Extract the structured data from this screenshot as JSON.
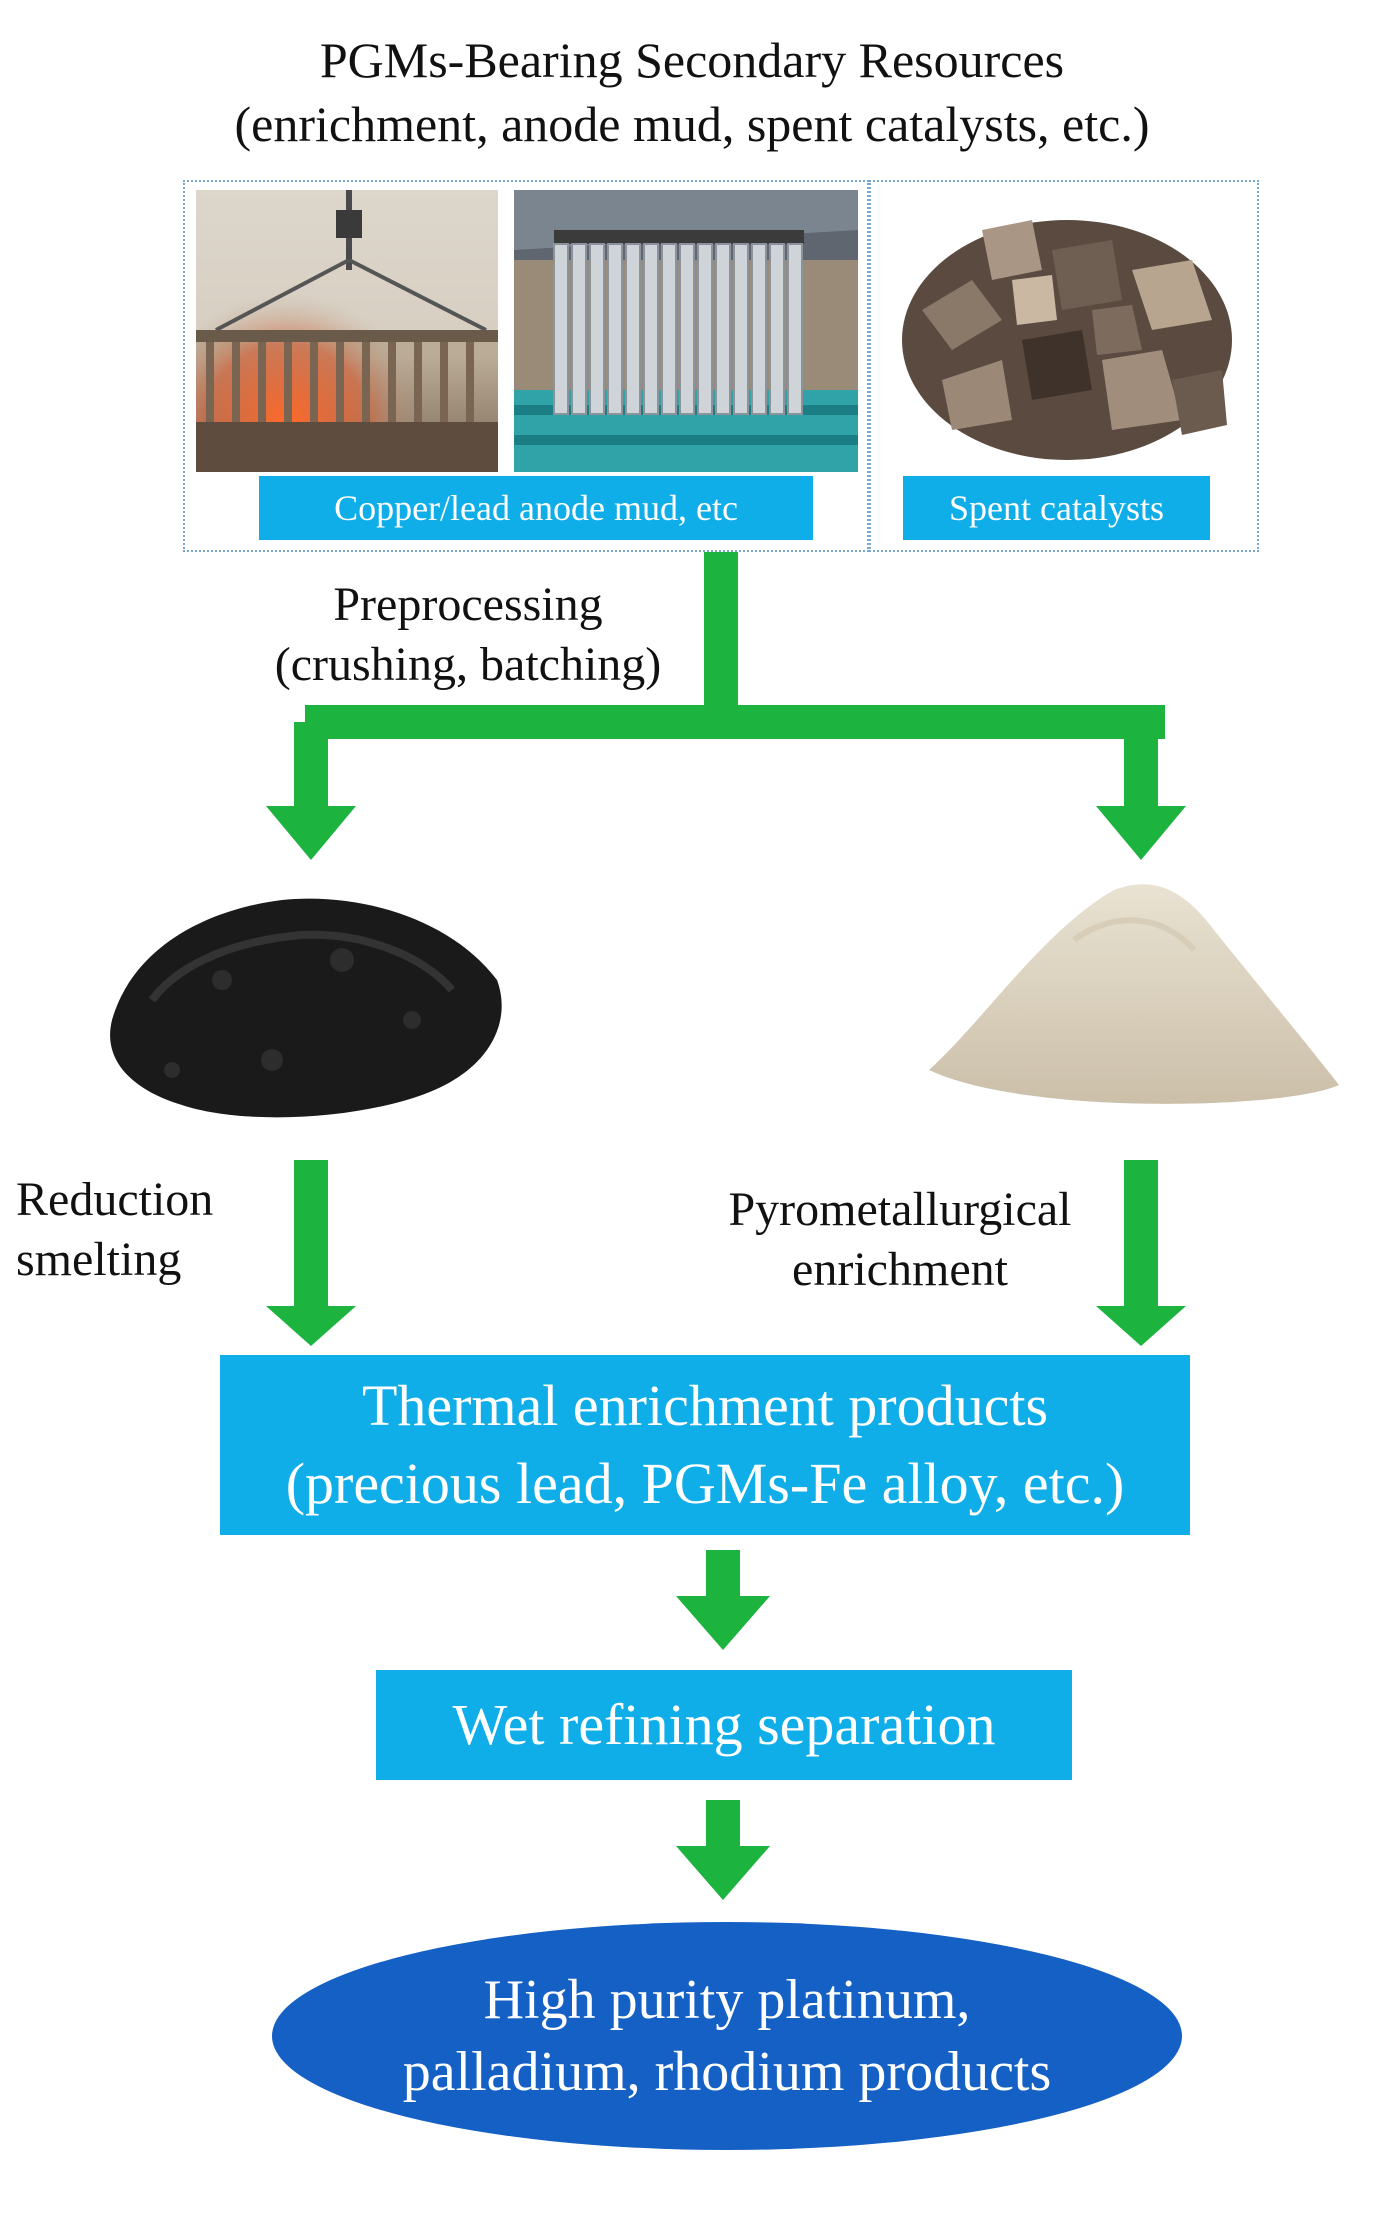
{
  "title": {
    "line1": "PGMs-Bearing Secondary Resources",
    "line2": "(enrichment, anode mud, spent catalysts, etc.)"
  },
  "photos": {
    "anode_caption": "Copper/lead  anode mud, etc",
    "catalyst_caption": "Spent catalysts"
  },
  "steps": {
    "preprocessing_line1": "Preprocessing",
    "preprocessing_line2": "(crushing, batching)",
    "reduction_line1": "Reduction",
    "reduction_line2": "smelting",
    "pyro_line1": "Pyrometallurgical",
    "pyro_line2": "enrichment"
  },
  "boxes": {
    "thermal_line1": "Thermal enrichment products",
    "thermal_line2": "(precious lead, PGMs-Fe alloy, etc.)",
    "wet": "Wet refining separation",
    "final_line1": "High purity platinum,",
    "final_line2": "palladium, rhodium products"
  },
  "colors": {
    "arrow_green": "#1db33f",
    "box_blue": "#10aee8",
    "ellipse_blue": "#1560c4"
  },
  "icons": {
    "photo_left": "electrolysis-anode-photo",
    "photo_middle": "electrolytic-cell-photo",
    "photo_right": "spent-catalyst-photo",
    "powder_left": "black-powder-pile",
    "powder_right": "beige-powder-pile"
  }
}
